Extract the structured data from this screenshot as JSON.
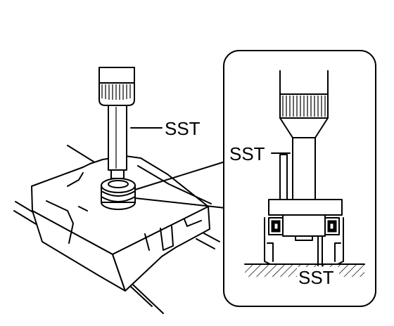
{
  "diagram": {
    "labels": {
      "main_tool": "SST",
      "inset_tool_upper": "SST",
      "inset_tool_lower": "SST"
    },
    "colors": {
      "ink": "#000000",
      "paper": "#ffffff"
    }
  }
}
